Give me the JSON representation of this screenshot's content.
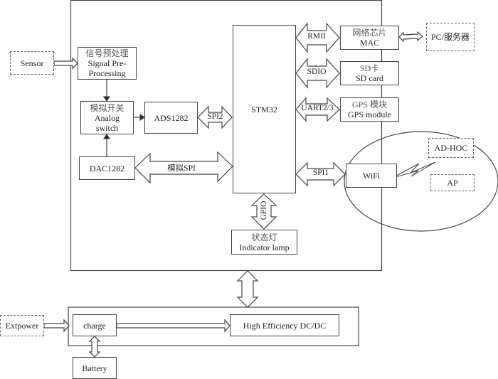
{
  "external": {
    "sensor": "Sensor",
    "pc_server": "PC/服务器",
    "extpower": "Extpower",
    "adhoc": "AD-HOC",
    "ap": "AP"
  },
  "blocks": {
    "signal_pre": {
      "cn": "信号预处理",
      "en1": "Signal Pre-",
      "en2": "Processing"
    },
    "analog_switch": {
      "cn": "模拟开关",
      "en1": "Analog",
      "en2": "switch"
    },
    "ads": "ADS1282",
    "dac": "DAC1282",
    "stm32": "STM32",
    "mac": {
      "cn": "网络芯片",
      "en": "MAC"
    },
    "sd": {
      "cn": "SD卡",
      "en": "SD card"
    },
    "gps": {
      "cn": "GPS 模块",
      "en": "GPS module"
    },
    "wifi": "WiFi",
    "indicator": {
      "cn": "状态灯",
      "en": "Indicator lamp"
    },
    "charge": "charge",
    "dcdc": "High Efficiency DC/DC",
    "battery": "Battery"
  },
  "interfaces": {
    "spi2": "SPI2",
    "sim_spi": "模拟SPI",
    "rmii": "RMII",
    "sdio": "SDIO",
    "uart": "UART2/3",
    "spi1": "SPI1",
    "gpio": "GPIO"
  }
}
